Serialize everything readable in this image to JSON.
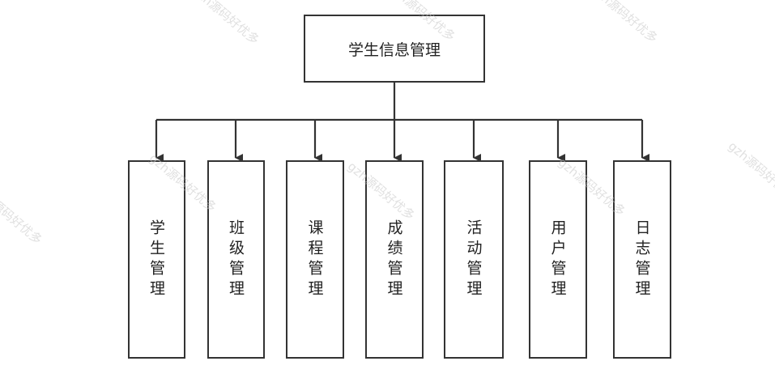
{
  "diagram": {
    "root": {
      "label": "学生信息管理"
    },
    "children": [
      {
        "label": "学生管理"
      },
      {
        "label": "班级管理"
      },
      {
        "label": "课程管理"
      },
      {
        "label": "成绩管理"
      },
      {
        "label": "活动管理"
      },
      {
        "label": "用户管理"
      },
      {
        "label": "日志管理"
      }
    ],
    "line_color": "#333333"
  },
  "watermark": {
    "text": "gzh源码好优多"
  }
}
